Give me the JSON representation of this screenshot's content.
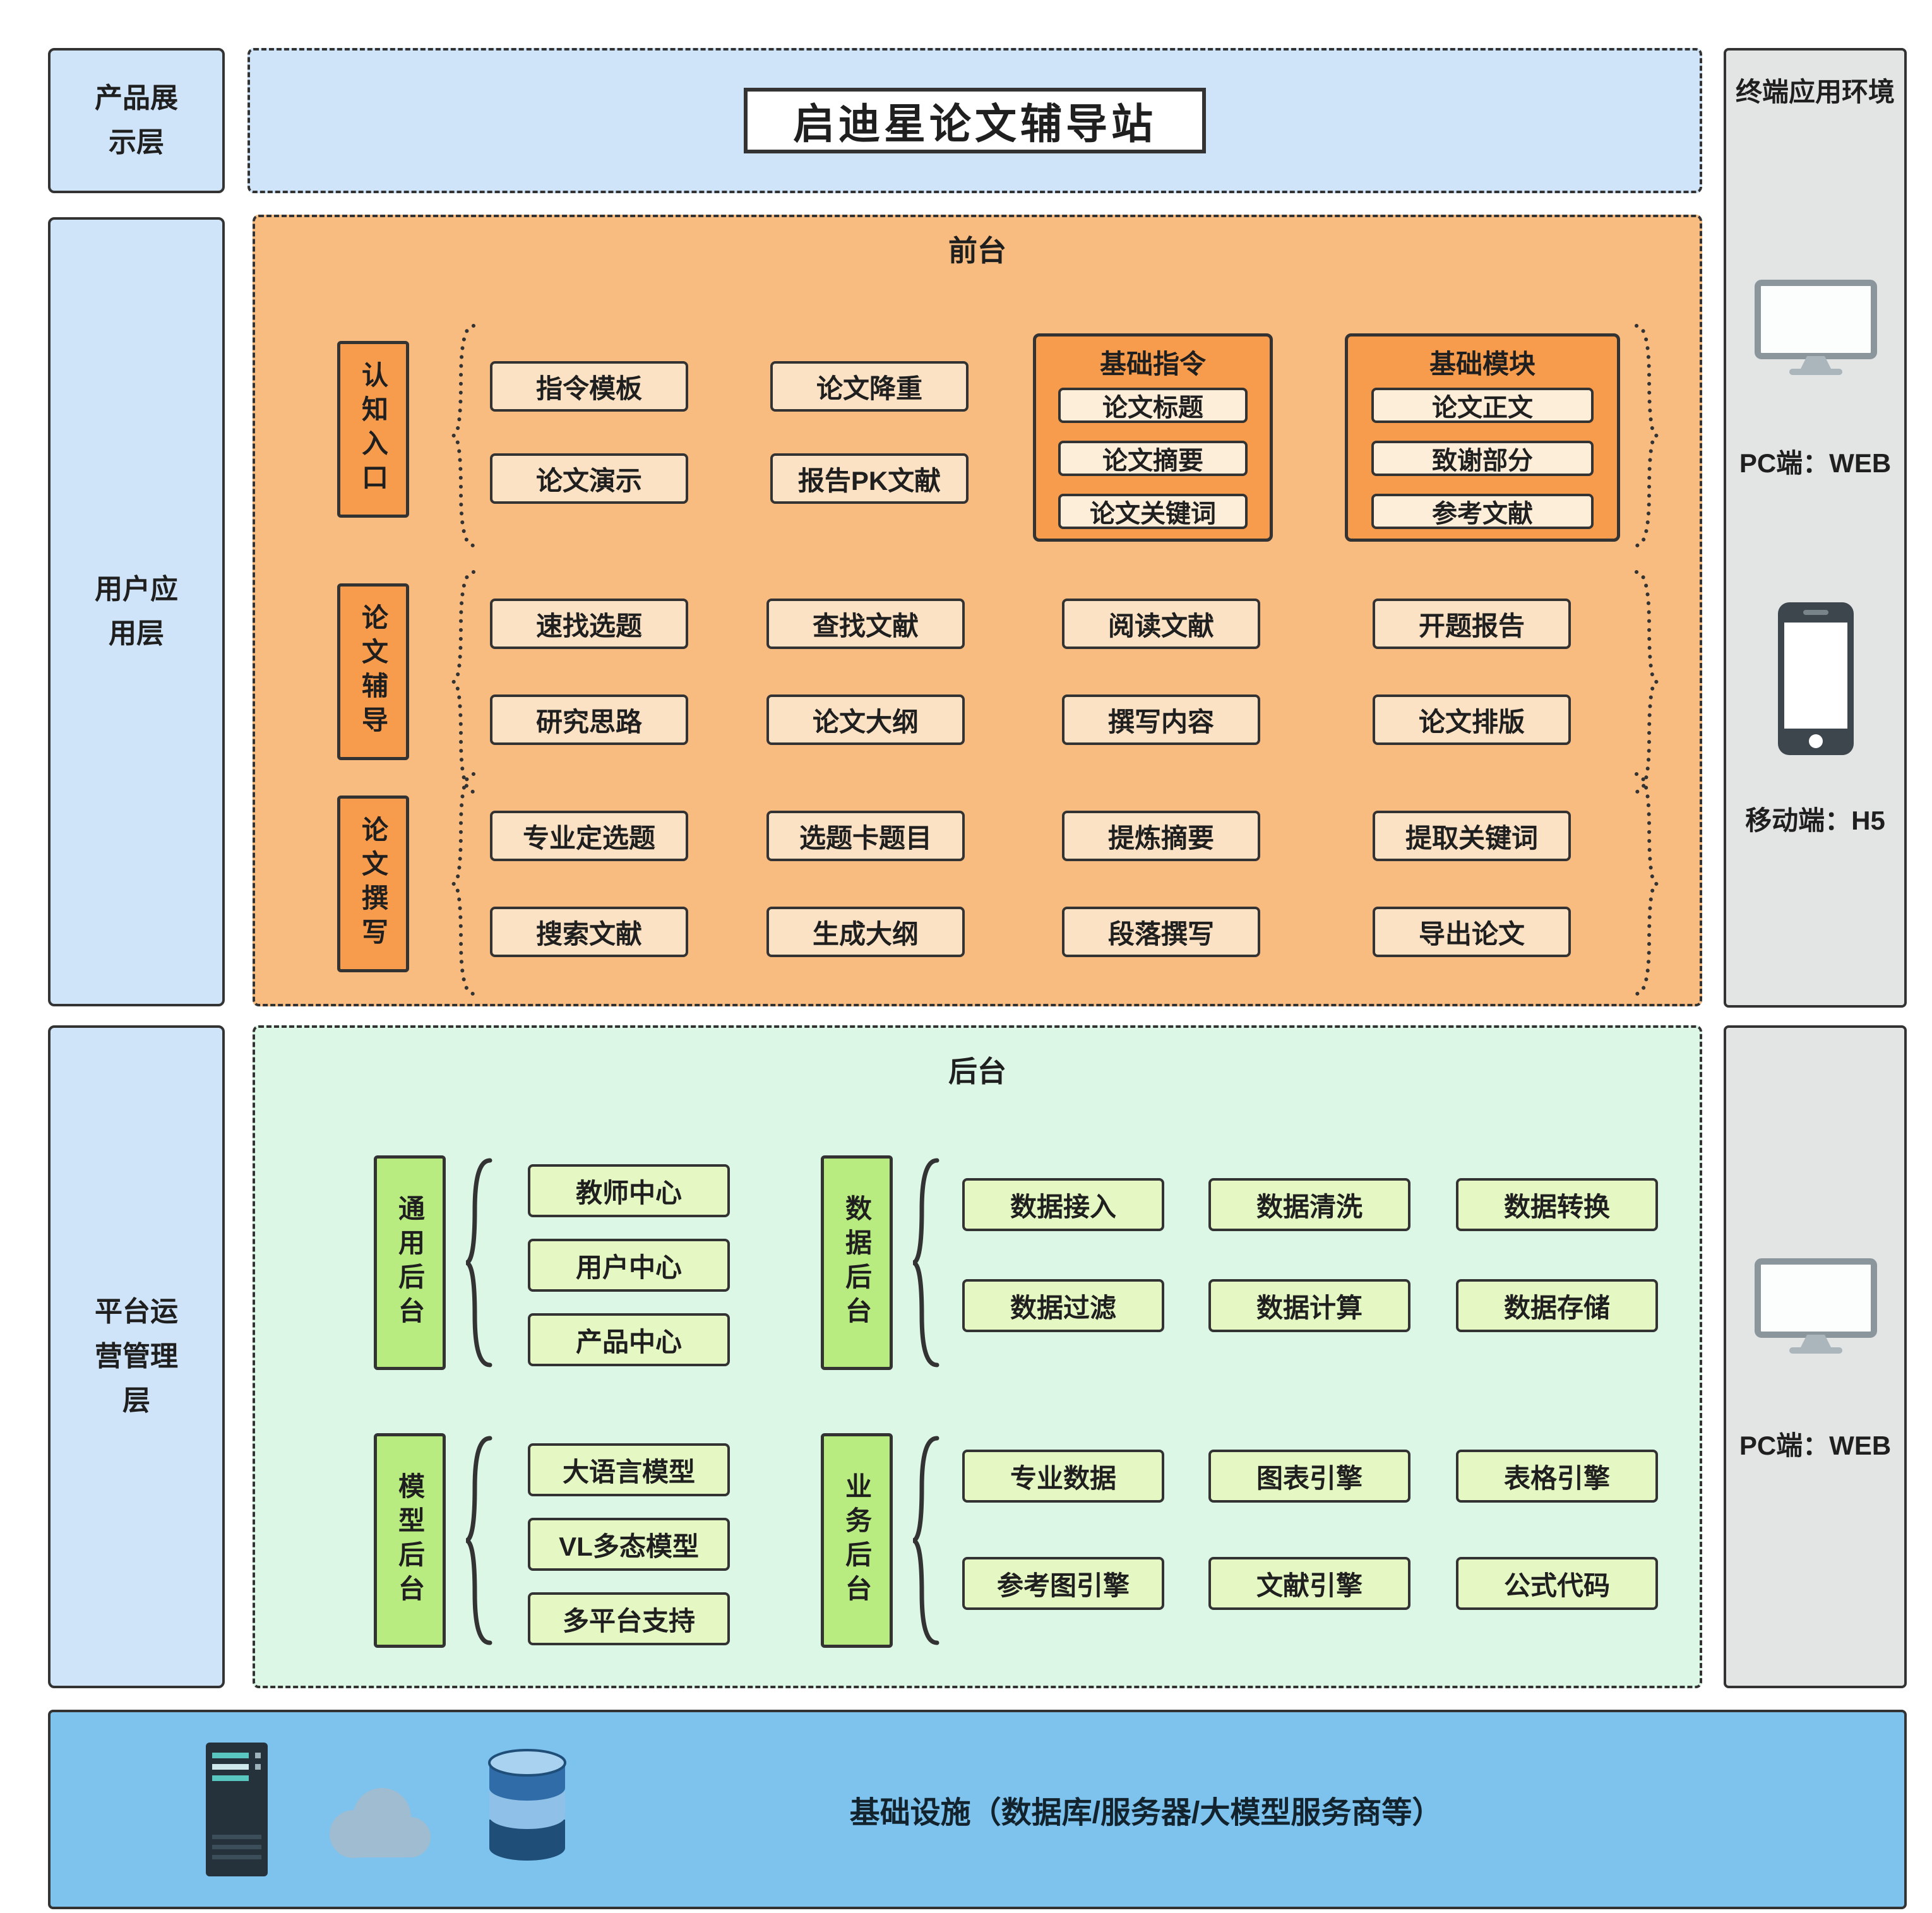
{
  "title": "启迪星论文辅导站",
  "layers": {
    "product": "产品展\n示层",
    "user": "用户应\n用层",
    "platform": "平台运\n营管理\n层"
  },
  "frontend": {
    "label": "前台",
    "rows": [
      {
        "side": "认知入口",
        "items": [
          "指令模板",
          "论文演示",
          "论文降重",
          "报告PK文献"
        ],
        "groups": [
          {
            "title": "基础指令",
            "items": [
              "论文标题",
              "论文摘要",
              "论文关键词"
            ]
          },
          {
            "title": "基础模块",
            "items": [
              "论文正文",
              "致谢部分",
              "参考文献"
            ]
          }
        ]
      },
      {
        "side": "论文辅导",
        "items": [
          "速找选题",
          "研究思路",
          "查找文献",
          "论文大纲",
          "阅读文献",
          "撰写内容",
          "开题报告",
          "论文排版"
        ]
      },
      {
        "side": "论文撰写",
        "items": [
          "专业定选题",
          "搜索文献",
          "选题卡题目",
          "生成大纲",
          "提炼摘要",
          "段落撰写",
          "提取关键词",
          "导出论文"
        ]
      }
    ]
  },
  "backend": {
    "label": "后台",
    "groups": [
      {
        "side": "通用后台",
        "items": [
          "教师中心",
          "用户中心",
          "产品中心"
        ]
      },
      {
        "side": "数据后台",
        "items": [
          "数据接入",
          "数据清洗",
          "数据转换",
          "数据过滤",
          "数据计算",
          "数据存储"
        ]
      },
      {
        "side": "模型后台",
        "items": [
          "大语言模型",
          "VL多态模型",
          "多平台支持"
        ]
      },
      {
        "side": "业务后台",
        "items": [
          "专业数据",
          "图表引擎",
          "表格引擎",
          "参考图引擎",
          "文献引擎",
          "公式代码"
        ]
      }
    ]
  },
  "terminal": {
    "title": "终端应用环境",
    "pc": "PC端：WEB",
    "mobile": "移动端：H5",
    "pc2": "PC端：WEB"
  },
  "infrastructure": "基础设施（数据库/服务器/大模型服务商等）",
  "colors": {
    "layer_blue": "#cfe4f8",
    "frontend_orange": "#f8bc80",
    "frontend_accent": "#f79c4d",
    "frontend_item": "#fbe2c4",
    "group_item": "#fdeeda",
    "backend_green": "#dcf7e6",
    "backend_accent": "#b9ec80",
    "backend_item": "#e5f7c2",
    "terminal_gray": "#e3e4e4",
    "infra_blue": "#7dc3ee",
    "border_dark": "#333333"
  }
}
